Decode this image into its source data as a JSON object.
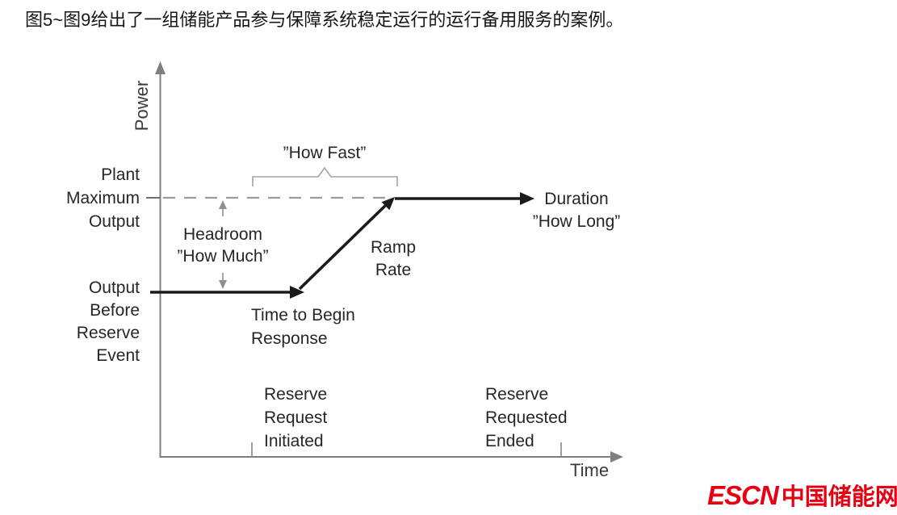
{
  "caption": "图5~图9给出了一组储能产品参与保障系统稳定运行的运行备用服务的案例。",
  "diagram": {
    "axes": {
      "y": "Power",
      "x": "Time"
    },
    "plant_max": [
      "Plant",
      "Maximum",
      "Output"
    ],
    "output_before": [
      "Output",
      "Before",
      "Reserve",
      "Event"
    ],
    "headroom": [
      "Headroom",
      "”How Much”"
    ],
    "how_fast": "”How Fast”",
    "ramp_rate": [
      "Ramp",
      "Rate"
    ],
    "duration": [
      "Duration",
      "”How Long”"
    ],
    "time_to_begin": [
      "Time to Begin",
      "Response"
    ],
    "reserve_initiated": [
      "Reserve",
      "Request",
      "Initiated"
    ],
    "reserve_ended": [
      "Reserve",
      "Requested",
      "Ended"
    ],
    "colors": {
      "trajectory": "#1b1b1b",
      "axis": "#7f7f7f",
      "annotation": "#9c9c9c",
      "text": "#262626"
    }
  },
  "logo": {
    "latin": "ESCN",
    "chinese": "中国储能网",
    "color": "#e60012"
  }
}
